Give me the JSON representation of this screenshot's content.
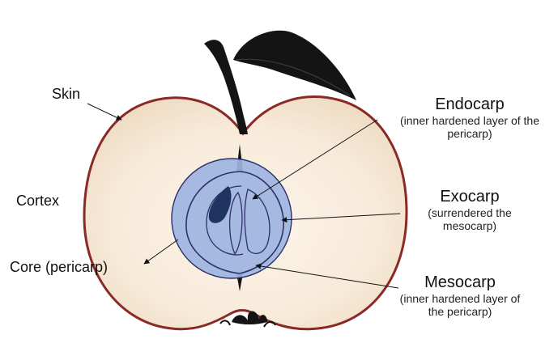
{
  "labels": {
    "skin": "Skin",
    "cortex": "Cortex",
    "core": "Core (pericarp)",
    "endocarp": {
      "title": "Endocarp",
      "desc_line1": "(inner hardened layer of the",
      "desc_line2": "pericarp)"
    },
    "exocarp": {
      "title": "Exocarp",
      "desc_line1": "(surrendered the",
      "desc_line2": "mesocarp)"
    },
    "mesocarp": {
      "title": "Mesocarp",
      "desc_line1": "(inner hardened layer of",
      "desc_line2": "the pericarp)"
    }
  },
  "colors": {
    "flesh": "#f7ead9",
    "skin_outline": "#8a2a26",
    "core_fill": "#9eb4e0",
    "core_stroke": "#2c2f6b",
    "seed": "#1f3460",
    "stem_leaf": "#141414"
  }
}
